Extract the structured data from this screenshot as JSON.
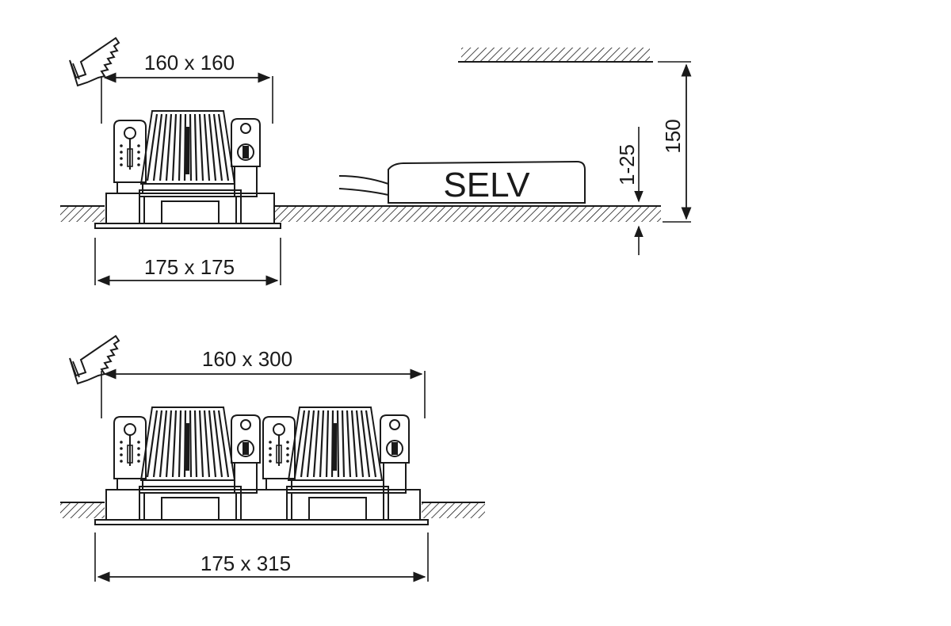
{
  "colors": {
    "line": "#1a1a1a",
    "background": "#ffffff",
    "fixture": "#ffffff"
  },
  "single": {
    "cutout_label": "160 x 160",
    "outer_label": "175 x 175",
    "saw_icon": "saw-icon"
  },
  "double": {
    "cutout_label": "160 x 300",
    "outer_label": "175 x 315",
    "saw_icon": "saw-icon"
  },
  "driver": {
    "label": "SELV",
    "depth_label": "1-25",
    "height_label": "150"
  }
}
